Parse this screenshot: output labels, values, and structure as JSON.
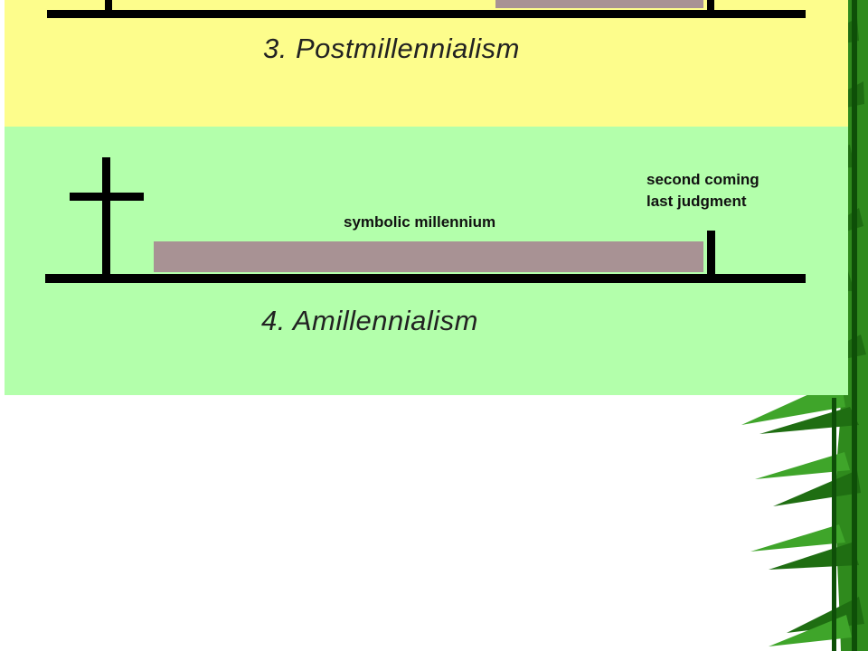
{
  "slide": {
    "post_caption": "3. Postmillennialism",
    "amil_caption": "4. Amillennialism",
    "symbolic_label": "symbolic millennium",
    "second_coming_label": "second coming",
    "last_judgment_label": "last judgment",
    "panel_colors": {
      "post": "#fdfd8c",
      "amil": "#b3ffab",
      "millennium": "#a89294"
    }
  }
}
